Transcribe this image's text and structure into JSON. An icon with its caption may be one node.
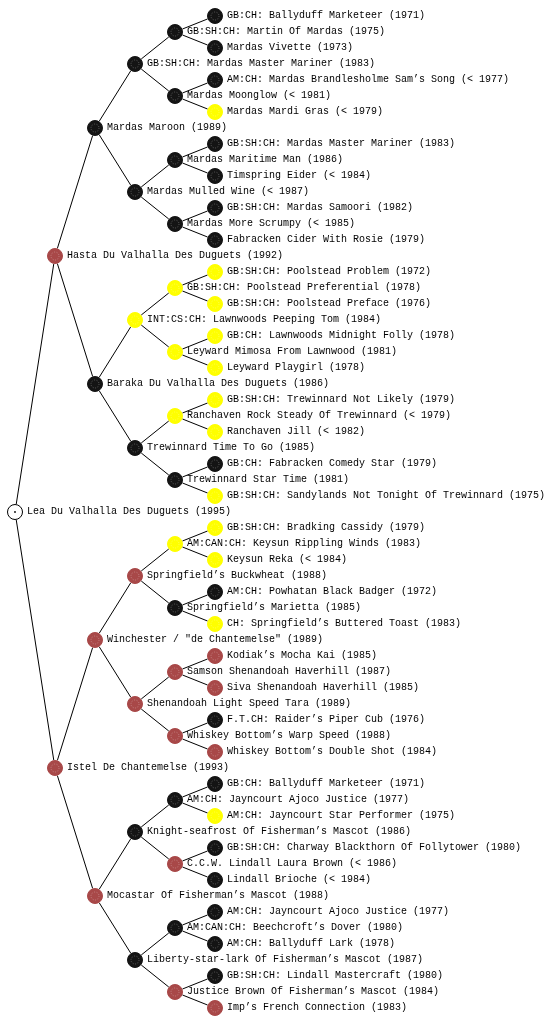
{
  "diagram": {
    "nodes": [
      {
        "text": [
          "GB:CH: Ballyduff Marketeer (1971)"
        ]
      },
      {
        "text": [
          "GB:SH:CH: Martin Of Mardas (1975)"
        ]
      },
      {
        "text": [
          "Mardas Vivette (1973)"
        ]
      },
      {
        "text": [
          "GB:SH:CH: Mardas Master Mariner (1983)"
        ]
      },
      {
        "text": [
          "AM:CH: Mardas Brandlesholme Sam’s Song (< 1977)"
        ]
      },
      {
        "text": [
          "Mardas Moonglow (< 1981)"
        ]
      },
      {
        "text": [
          "Mardas Mardi Gras (< 1979)"
        ]
      },
      {
        "text": [
          "Mardas Maroon (1989)"
        ]
      },
      {
        "text": [
          "GB:SH:CH: Mardas Master Mariner (1983)"
        ]
      },
      {
        "text": [
          "Mardas Maritime Man (1986)"
        ]
      },
      {
        "text": [
          "Timspring Eider (< 1984)"
        ]
      },
      {
        "text": [
          "Mardas Mulled Wine (< 1987)"
        ]
      },
      {
        "text": [
          "GB:SH:CH: Mardas Samoori (1982)"
        ]
      },
      {
        "text": [
          "Mardas More Scrumpy (< 1985)"
        ]
      },
      {
        "text": [
          "Fabracken Cider With Rosie (1979)"
        ]
      },
      {
        "text": [
          "Hasta Du Valhalla Des Duguets (1992)"
        ]
      },
      {
        "text": [
          "GB:SH:CH: Poolstead Problem (1972)"
        ]
      },
      {
        "text": [
          "GB:SH:CH: Poolstead Preferential (1978)"
        ]
      },
      {
        "text": [
          "GB:SH:CH: Poolstead Preface (1976)"
        ]
      },
      {
        "text": [
          "INT:CS:CH: Lawnwoods Peeping Tom (1984)"
        ]
      },
      {
        "text": [
          "GB:CH: Lawnwoods Midnight Folly (1978)"
        ]
      },
      {
        "text": [
          "Leyward Mimosa From Lawnwood (1981)"
        ]
      },
      {
        "text": [
          "Leyward Playgirl (1978)"
        ]
      },
      {
        "text": [
          "Baraka Du Valhalla Des Duguets (1986)"
        ]
      },
      {
        "text": [
          "GB:SH:CH: Trewinnard Not Likely (1979)"
        ]
      },
      {
        "text": [
          "Ranchaven Rock Steady Of Trewinnard (< 1979)"
        ]
      },
      {
        "text": [
          "Ranchaven Jill (< 1982)"
        ]
      },
      {
        "text": [
          "Trewinnard Time To Go (1985)"
        ]
      },
      {
        "text": [
          "GB:CH: Fabracken Comedy Star (1979)"
        ]
      },
      {
        "text": [
          "Trewinnard Star Time (1981)"
        ]
      },
      {
        "text": [
          "GB:SH:CH: Sandylands Not Tonight Of Trewinnard (1975)"
        ]
      },
      {
        "text": [
          "Lea Du Valhalla Des Duguets (1995)"
        ]
      },
      {
        "text": [
          "GB:SH:CH: Bradking Cassidy (1979)"
        ]
      },
      {
        "text": [
          "AM:CAN:CH: Keysun Rippling Winds (1983)"
        ]
      },
      {
        "text": [
          "Keysun Reka (< 1984)"
        ]
      },
      {
        "text": [
          "Springfield’s Buckwheat (1988)"
        ]
      },
      {
        "text": [
          "AM:CH: Powhatan Black Badger (1972)"
        ]
      },
      {
        "text": [
          "Springfield’s Marietta (1985)"
        ]
      },
      {
        "text": [
          "CH: Springfield’s Buttered Toast (1983)"
        ]
      },
      {
        "text": [
          "Winchester / \"de Chantemelse\" (1989)"
        ]
      },
      {
        "text": [
          "Kodiak’s Mocha Kai (1985)"
        ]
      },
      {
        "text": [
          "Samson Shenandoah Haverhill (1987)"
        ]
      },
      {
        "text": [
          "Siva Shenandoah Haverhill (1985)"
        ]
      },
      {
        "text": [
          "Shenandoah Light Speed Tara (1989)"
        ]
      },
      {
        "text": [
          "F.T.CH: Raider’s Piper Cub (1976)"
        ]
      },
      {
        "text": [
          "Whiskey Bottom’s Warp Speed (1988)"
        ]
      },
      {
        "text": [
          "Whiskey Bottom’s Double Shot (1984)"
        ]
      },
      {
        "text": [
          "Istel De Chantemelse (1993)"
        ]
      },
      {
        "text": [
          "GB:CH: Ballyduff Marketeer (1971)"
        ]
      },
      {
        "text": [
          "AM:CH: Jayncourt Ajoco Justice (1977)"
        ]
      },
      {
        "text": [
          "AM:CH: Jayncourt Star Performer (1975)"
        ]
      },
      {
        "text": [
          "Knight-seafrost Of Fisherman’s Mascot (1986)"
        ]
      },
      {
        "text": [
          "GB:SH:CH: Charway Blackthorn Of Follytower (1980)"
        ]
      },
      {
        "text": [
          "C.C.W. Lindall Laura Brown (< 1986)"
        ]
      },
      {
        "text": [
          "Lindall Brioche (< 1984)"
        ]
      },
      {
        "text": [
          "Mocastar Of Fisherman’s Mascot (1988)"
        ]
      },
      {
        "text": [
          "AM:CH: Jayncourt Ajoco Justice (1977)"
        ]
      },
      {
        "text": [
          "AM:CAN:CH: Beechcroft’s Dover (1980)"
        ]
      },
      {
        "text": [
          "AM:CH: Ballyduff Lark (1978)"
        ]
      },
      {
        "text": [
          "Liberty-star-lark Of Fisherman’s Mascot (1987)"
        ]
      },
      {
        "text": [
          "GB:SH:CH: Lindall Mastercraft (1980)"
        ]
      },
      {
        "text": [
          "Justice Brown Of Fisherman’s Mascot (1984)"
        ]
      },
      {
        "text": [
          "Imp’s French Connection (1983)"
        ]
      }
    ],
    "edges": [
      {
        "from": 1,
        "to": 0,
        "arrow": "none"
      },
      {
        "from": 1,
        "to": 2,
        "arrow": "none"
      },
      {
        "from": 3,
        "to": 1,
        "arrow": "none"
      },
      {
        "from": 3,
        "to": 5,
        "arrow": "none"
      },
      {
        "from": 5,
        "to": 4,
        "arrow": "none"
      },
      {
        "from": 5,
        "to": 6,
        "arrow": "none"
      },
      {
        "from": 7,
        "to": 3,
        "arrow": "none"
      },
      {
        "from": 7,
        "to": 11,
        "arrow": "none"
      },
      {
        "from": 9,
        "to": 8,
        "arrow": "none"
      },
      {
        "from": 9,
        "to": 10,
        "arrow": "none"
      },
      {
        "from": 11,
        "to": 9,
        "arrow": "none"
      },
      {
        "from": 11,
        "to": 13,
        "arrow": "none"
      },
      {
        "from": 13,
        "to": 12,
        "arrow": "none"
      },
      {
        "from": 13,
        "to": 14,
        "arrow": "none"
      },
      {
        "from": 15,
        "to": 7,
        "arrow": "none"
      },
      {
        "from": 15,
        "to": 23,
        "arrow": "none"
      },
      {
        "from": 17,
        "to": 16,
        "arrow": "none"
      },
      {
        "from": 17,
        "to": 18,
        "arrow": "none"
      },
      {
        "from": 19,
        "to": 17,
        "arrow": "none"
      },
      {
        "from": 19,
        "to": 21,
        "arrow": "none"
      },
      {
        "from": 21,
        "to": 20,
        "arrow": "none"
      },
      {
        "from": 21,
        "to": 22,
        "arrow": "none"
      },
      {
        "from": 23,
        "to": 19,
        "arrow": "none"
      },
      {
        "from": 23,
        "to": 27,
        "arrow": "none"
      },
      {
        "from": 25,
        "to": 24,
        "arrow": "none"
      },
      {
        "from": 25,
        "to": 26,
        "arrow": "none"
      },
      {
        "from": 27,
        "to": 25,
        "arrow": "none"
      },
      {
        "from": 27,
        "to": 29,
        "arrow": "none"
      },
      {
        "from": 29,
        "to": 28,
        "arrow": "none"
      },
      {
        "from": 29,
        "to": 30,
        "arrow": "none"
      },
      {
        "from": 31,
        "to": 15,
        "arrow": "none"
      },
      {
        "from": 31,
        "to": 47,
        "arrow": "none"
      },
      {
        "from": 33,
        "to": 32,
        "arrow": "none"
      },
      {
        "from": 33,
        "to": 34,
        "arrow": "none"
      },
      {
        "from": 35,
        "to": 33,
        "arrow": "none"
      },
      {
        "from": 35,
        "to": 37,
        "arrow": "none"
      },
      {
        "from": 37,
        "to": 36,
        "arrow": "none"
      },
      {
        "from": 37,
        "to": 38,
        "arrow": "none"
      },
      {
        "from": 39,
        "to": 35,
        "arrow": "none"
      },
      {
        "from": 39,
        "to": 43,
        "arrow": "none"
      },
      {
        "from": 41,
        "to": 40,
        "arrow": "none"
      },
      {
        "from": 41,
        "to": 42,
        "arrow": "none"
      },
      {
        "from": 43,
        "to": 41,
        "arrow": "none"
      },
      {
        "from": 43,
        "to": 45,
        "arrow": "none"
      },
      {
        "from": 45,
        "to": 44,
        "arrow": "none"
      },
      {
        "from": 45,
        "to": 46,
        "arrow": "none"
      },
      {
        "from": 47,
        "to": 39,
        "arrow": "none"
      },
      {
        "from": 47,
        "to": 55,
        "arrow": "none"
      },
      {
        "from": 49,
        "to": 48,
        "arrow": "none"
      },
      {
        "from": 49,
        "to": 50,
        "arrow": "none"
      },
      {
        "from": 51,
        "to": 49,
        "arrow": "none"
      },
      {
        "from": 51,
        "to": 53,
        "arrow": "none"
      },
      {
        "from": 53,
        "to": 52,
        "arrow": "none"
      },
      {
        "from": 53,
        "to": 54,
        "arrow": "none"
      },
      {
        "from": 55,
        "to": 51,
        "arrow": "none"
      },
      {
        "from": 55,
        "to": 59,
        "arrow": "none"
      },
      {
        "from": 57,
        "to": 56,
        "arrow": "none"
      },
      {
        "from": 57,
        "to": 58,
        "arrow": "none"
      },
      {
        "from": 59,
        "to": 57,
        "arrow": "none"
      },
      {
        "from": 59,
        "to": 61,
        "arrow": "none"
      },
      {
        "from": 61,
        "to": 60,
        "arrow": "none"
      },
      {
        "from": 61,
        "to": 62,
        "arrow": "none"
      }
    ]
  }
}
